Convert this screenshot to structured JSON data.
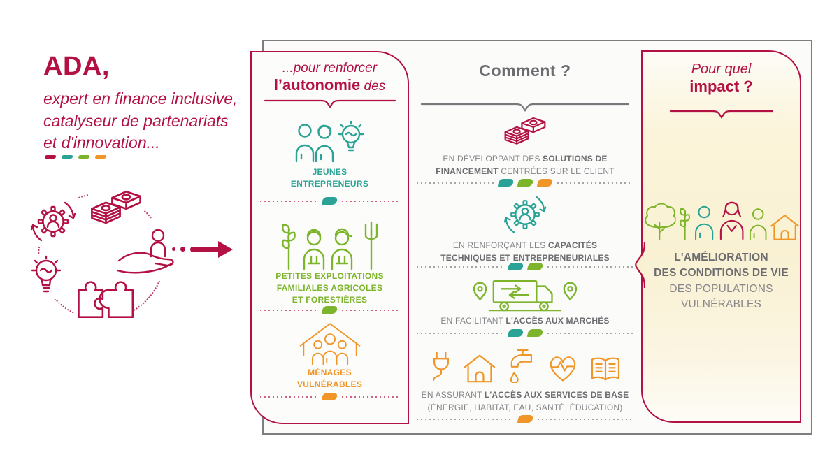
{
  "palette": {
    "crimson": "#b31144",
    "teal": "#2aa396",
    "green": "#7cb52b",
    "orange": "#f09527",
    "grey-border": "#7d7e80",
    "ink": "#6b6c70",
    "body": "#85868a"
  },
  "intro": {
    "title": "ADA,",
    "tagline_lines": [
      "expert en finance inclusive,",
      "catalyseur de partenariats",
      "et d'innovation..."
    ],
    "cluster_icons": [
      "gear-person-icon",
      "banknotes-icon",
      "hand-holding-person-icon",
      "lightbulb-icon",
      "puzzle-pieces-icon"
    ]
  },
  "who": {
    "header_italic": "...pour renforcer",
    "header_bold": "l’autonomie",
    "header_italic_suffix": " des",
    "items": [
      {
        "icon": "young-entrepreneurs-icon",
        "color": "teal",
        "lines": [
          "JEUNES",
          "ENTREPRENEURS"
        ]
      },
      {
        "icon": "family-farm-icon",
        "color": "green",
        "lines": [
          "PETITES EXPLOITATIONS",
          "FAMILIALES AGRICOLES",
          "ET FORESTIÈRES"
        ]
      },
      {
        "icon": "vulnerable-household-icon",
        "color": "orange",
        "lines": [
          "MÉNAGES",
          "VULNÉRABLES"
        ]
      }
    ]
  },
  "how": {
    "header": "Comment ?",
    "items": [
      {
        "icon": "banknotes-icon",
        "l1_pre": "EN DÉVELOPPANT DES ",
        "l1_bold": "SOLUTIONS DE",
        "l2_bold": "FINANCEMENT",
        "l2_post": " CENTRÉES SUR LE CLIENT",
        "bubbles": [
          "teal",
          "green",
          "orange"
        ]
      },
      {
        "icon": "gear-person-icon",
        "l1_pre": "EN RENFORÇANT LES ",
        "l1_bold": "CAPACITÉS",
        "l2_bold": "TECHNIQUES ET ENTREPRENEURIALES",
        "l2_post": "",
        "bubbles": [
          "teal",
          "green"
        ]
      },
      {
        "icon": "delivery-truck-icon",
        "l1_pre": "EN FACILITANT ",
        "l1_bold": "L'ACCÈS AUX MARCHÉS",
        "l2_bold": "",
        "l2_post": "",
        "bubbles": [
          "teal",
          "green"
        ]
      },
      {
        "icon": "basic-services-icons (plug, house, tap, heart, book)",
        "l1_pre": "EN ASSURANT ",
        "l1_bold": "L'ACCÈS AUX SERVICES DE BASE",
        "l2_bold": "",
        "l2_post": "(ÉNERGIE, HABITAT, EAU, SANTÉ, ÉDUCATION)",
        "bubbles": [
          "orange"
        ]
      }
    ]
  },
  "impact": {
    "header_italic": "Pour quel",
    "header_bold": "impact ?",
    "icons": [
      "tree-icon",
      "wheat-icon",
      "person-icon",
      "woman-icon",
      "person-icon",
      "house-icon"
    ],
    "lines_bold": [
      "L'AMÉLIORATION",
      "DES CONDITIONS DE VIE"
    ],
    "lines_normal": [
      "DES POPULATIONS",
      "VULNÉRABLES"
    ]
  }
}
